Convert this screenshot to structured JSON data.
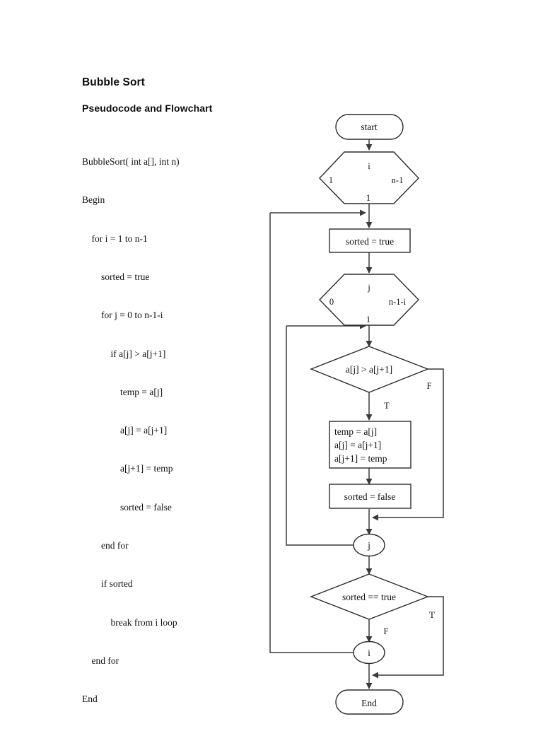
{
  "document": {
    "title": "Bubble Sort",
    "subtitle": "Pseudocode and Flowchart"
  },
  "pseudocode": {
    "lines": [
      "BubbleSort( int a[], int n)",
      "Begin",
      "    for i = 1 to n-1",
      "        sorted = true",
      "        for j = 0 to n-1-i",
      "            if a[j] > a[j+1]",
      "                temp = a[j]",
      "                a[j] = a[j+1]",
      "                a[j+1] = temp",
      "                sorted = false",
      "        end for",
      "        if sorted",
      "            break from i loop",
      "    end for",
      "End"
    ]
  },
  "flowchart": {
    "start_terminator": "start",
    "outer_loop": {
      "variable": "i",
      "initial": "1",
      "limit": "n-1",
      "increment": "1"
    },
    "process_sorted_true": "sorted = true",
    "inner_loop": {
      "variable": "j",
      "initial": "0",
      "limit": "n-1-i",
      "increment": "1"
    },
    "decision_compare": "a[j] > a[j+1]",
    "decision_compare_true_label": "T",
    "decision_compare_false_label": "F",
    "process_swap": {
      "line1": "temp = a[j]",
      "line2": "a[j] = a[j+1]",
      "line3": "a[j+1] = temp"
    },
    "process_sorted_false": "sorted = false",
    "inner_loop_connector": "j",
    "decision_sorted": "sorted == true",
    "decision_sorted_true_label": "T",
    "decision_sorted_false_label": "F",
    "outer_loop_connector": "i",
    "end_terminator": "End"
  },
  "colors": {
    "shape_stroke": "#2b2b2b",
    "connector_stroke": "#3a3a3a",
    "text": "#111111",
    "background": "#ffffff"
  }
}
